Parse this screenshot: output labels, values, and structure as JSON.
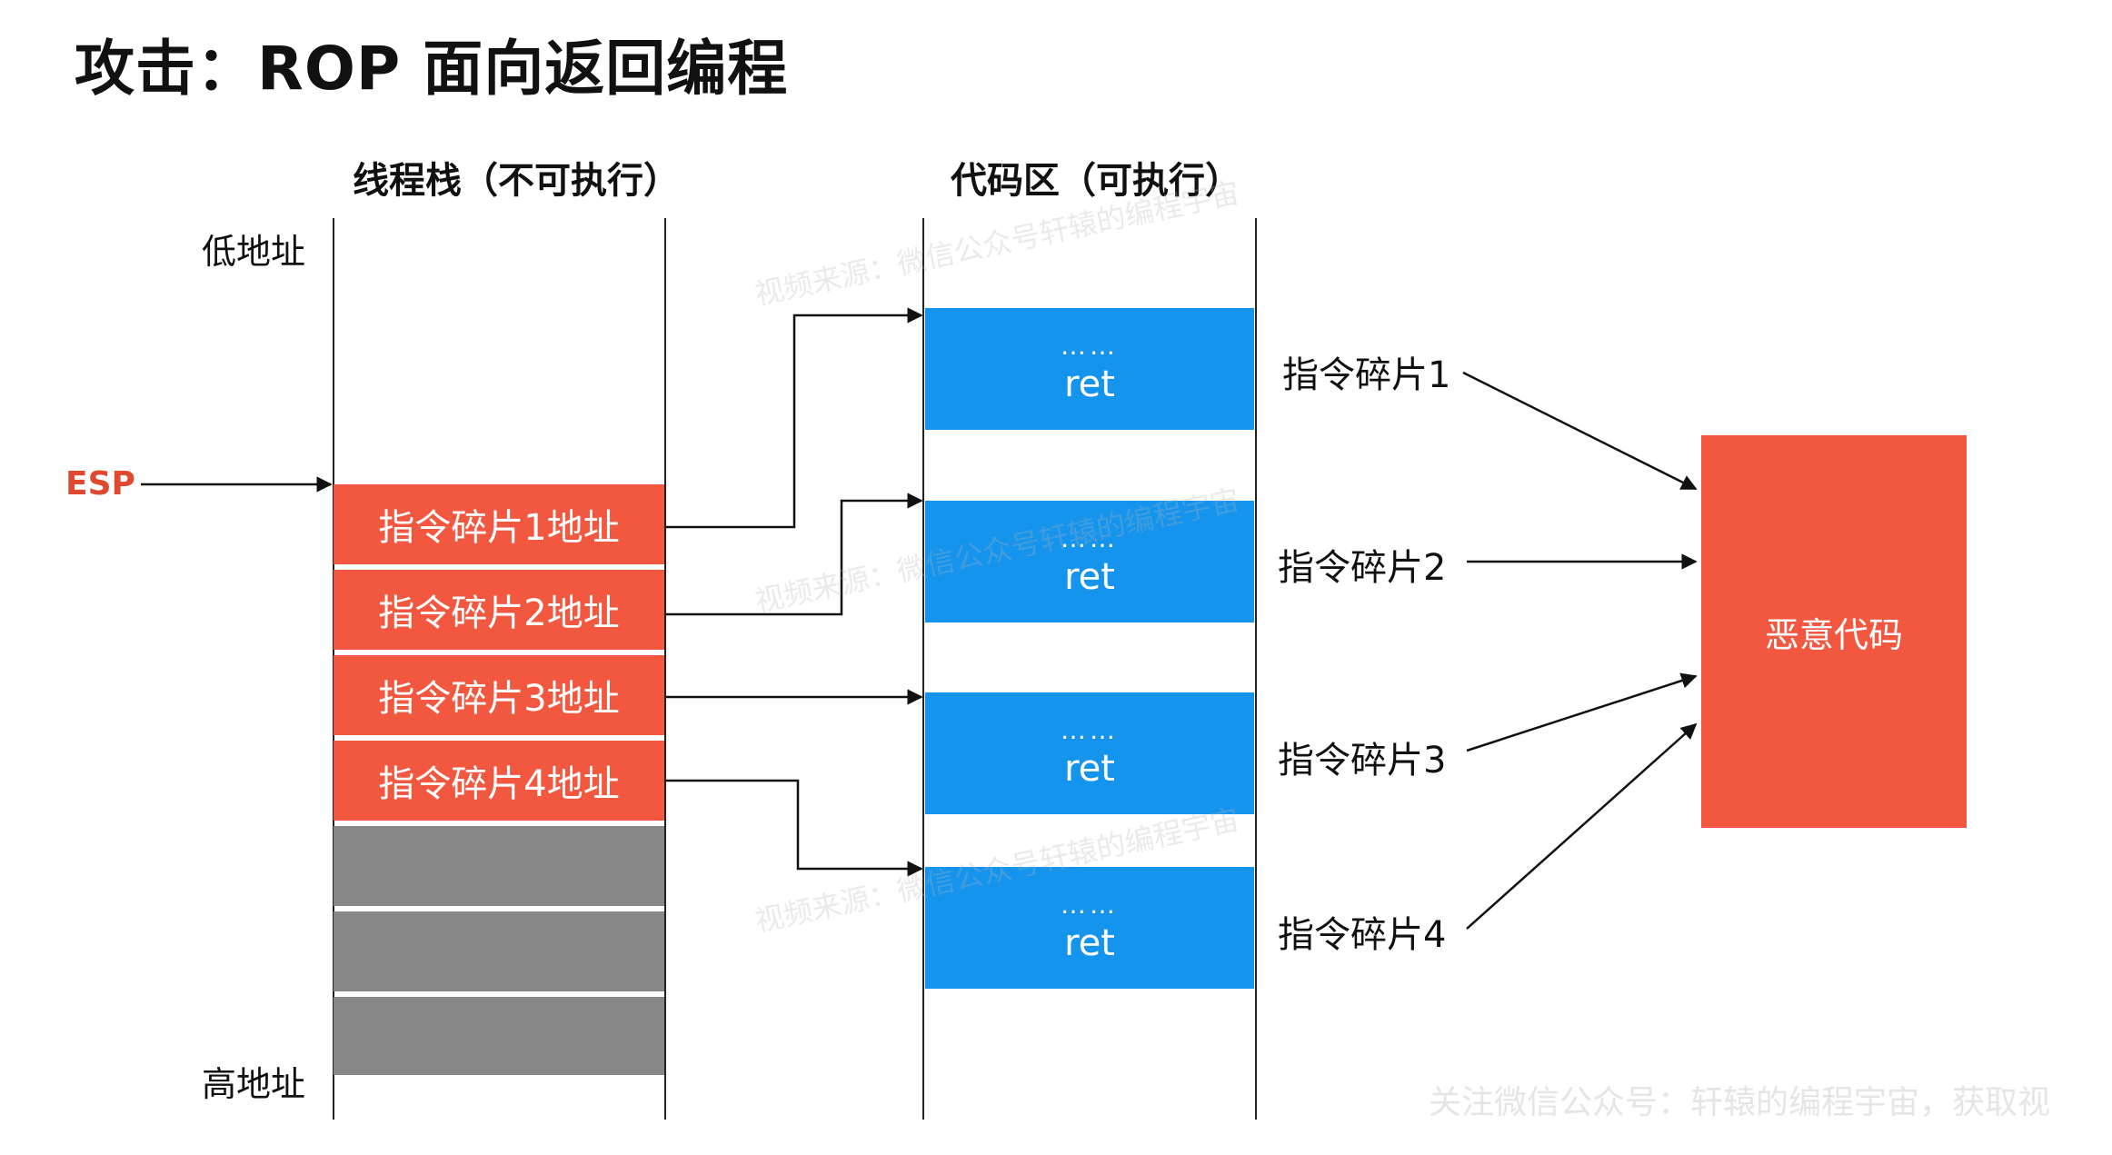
{
  "title": "攻击：ROP 面向返回编程",
  "stack": {
    "header": "线程栈（不可执行）",
    "low_addr": "低地址",
    "high_addr": "高地址",
    "esp": "ESP",
    "slots": [
      "指令碎片1地址",
      "指令碎片2地址",
      "指令碎片3地址",
      "指令碎片4地址"
    ]
  },
  "code": {
    "header": "代码区（可执行）",
    "blocks": [
      {
        "dots": "……",
        "ret": "ret"
      },
      {
        "dots": "……",
        "ret": "ret"
      },
      {
        "dots": "……",
        "ret": "ret"
      },
      {
        "dots": "……",
        "ret": "ret"
      }
    ]
  },
  "gadgets": [
    "指令碎片1",
    "指令碎片2",
    "指令碎片3",
    "指令碎片4"
  ],
  "malware": "恶意代码",
  "watermarks": {
    "video_source": "视频来源：微信公众号轩辕的编程宇宙",
    "footer": "关注微信公众号：轩辕的编程宇宙，获取视"
  },
  "colors": {
    "red": "#f25840",
    "blue": "#1594ee",
    "gray": "#878787",
    "esp": "#e0492f"
  }
}
